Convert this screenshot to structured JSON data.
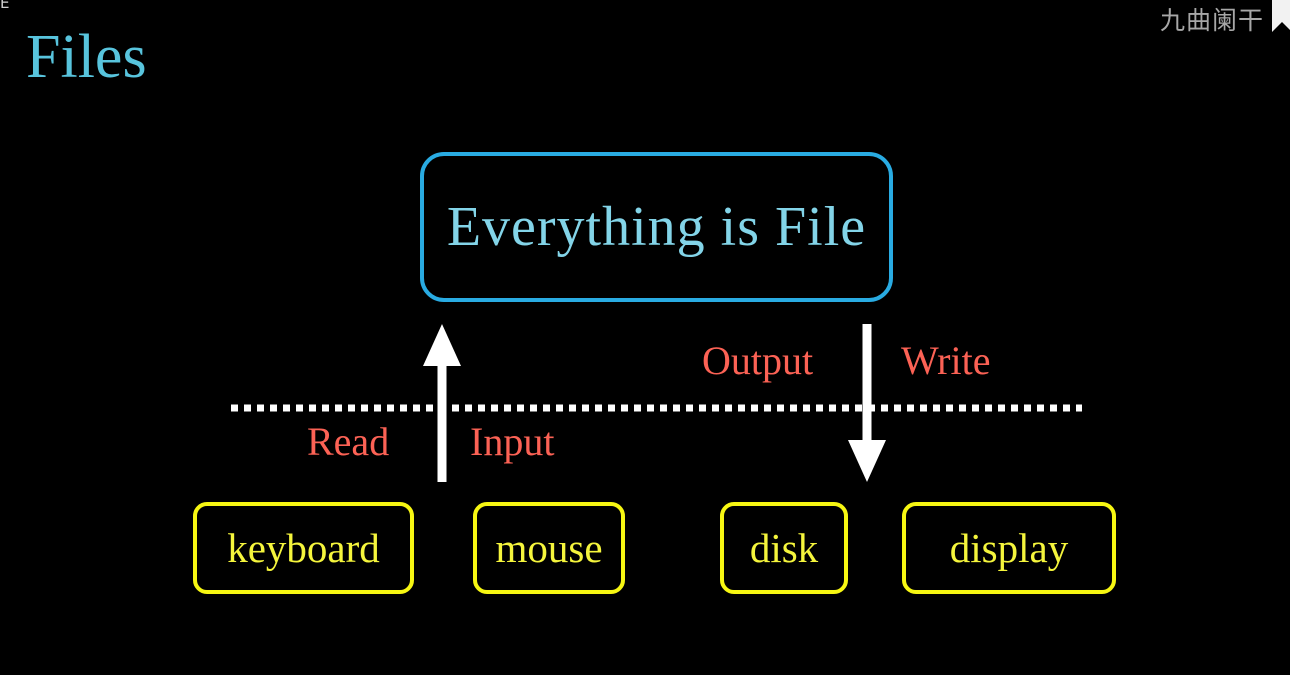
{
  "slide": {
    "background_color": "#000000",
    "title": "Files",
    "title_color": "#58c4dd"
  },
  "corner_artifact": {
    "text": "E"
  },
  "watermark": {
    "text": "九曲阑干",
    "color": "#a7a7a7",
    "mark_icon": "ribbon-mark-icon"
  },
  "concept": {
    "label": "Everything is File",
    "border_color": "#29abe2",
    "text_color": "#83d4e8"
  },
  "boundary": {
    "name": "user-kernel-boundary",
    "style": "dashed",
    "color": "#ffffff"
  },
  "flows": [
    {
      "id": "read-input",
      "direction": "up",
      "arrow_color": "#ffffff",
      "labels": [
        {
          "id": "read",
          "text": "Read",
          "color": "#fc6255"
        },
        {
          "id": "input",
          "text": "Input",
          "color": "#fc6255"
        }
      ]
    },
    {
      "id": "output-write",
      "direction": "down",
      "arrow_color": "#ffffff",
      "labels": [
        {
          "id": "output",
          "text": "Output",
          "color": "#fc6255"
        },
        {
          "id": "write",
          "text": "Write",
          "color": "#fc6255"
        }
      ]
    }
  ],
  "labels": {
    "read": "Read",
    "input": "Input",
    "output": "Output",
    "write": "Write"
  },
  "devices": [
    {
      "id": "keyboard",
      "label": "keyboard",
      "border_color": "#f7f712",
      "text_color": "#f5f53c"
    },
    {
      "id": "mouse",
      "label": "mouse",
      "border_color": "#f7f712",
      "text_color": "#f5f53c"
    },
    {
      "id": "disk",
      "label": "disk",
      "border_color": "#f7f712",
      "text_color": "#f5f53c"
    },
    {
      "id": "display",
      "label": "display",
      "border_color": "#f7f712",
      "text_color": "#f5f53c"
    }
  ]
}
